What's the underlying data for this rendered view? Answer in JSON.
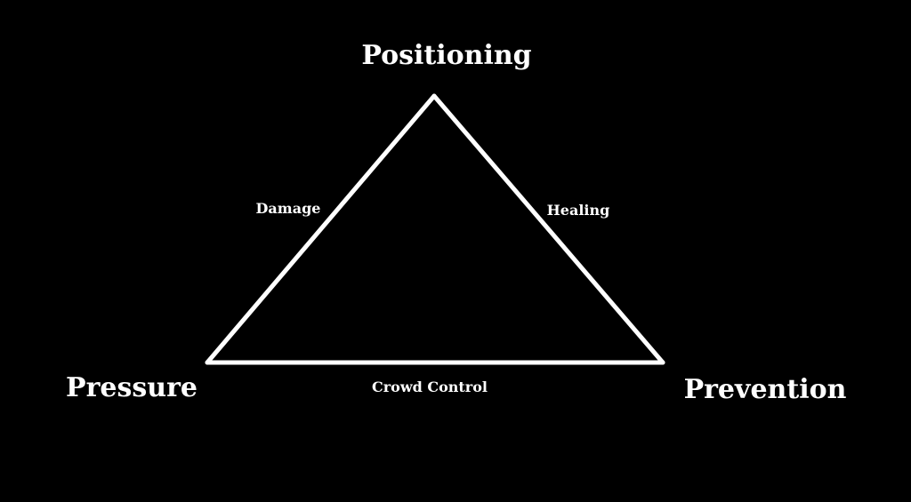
{
  "diagram": {
    "vertices": {
      "top": "Positioning",
      "left": "Pressure",
      "right": "Prevention"
    },
    "edges": {
      "left": "Damage",
      "right": "Healing",
      "bottom": "Crowd Control"
    },
    "colors": {
      "background": "#000000",
      "foreground": "#ffffff"
    }
  }
}
